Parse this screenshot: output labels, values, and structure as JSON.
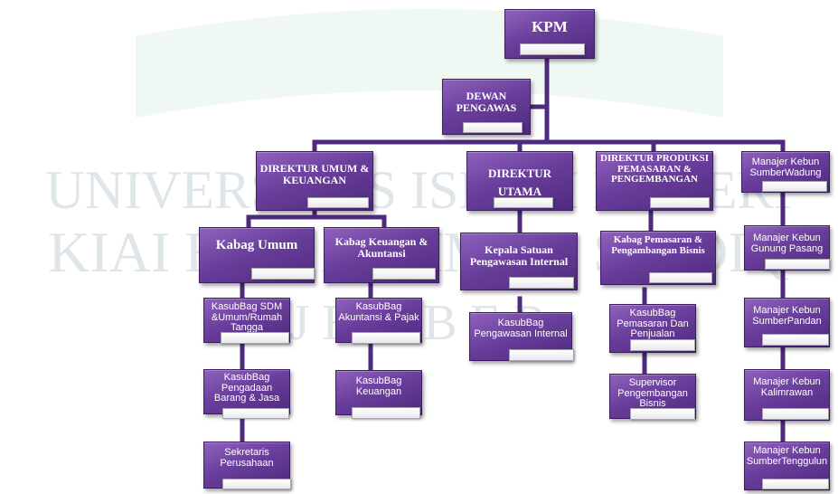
{
  "watermark": {
    "line1": "UNIVERSITAS ISLAM NEGERI",
    "line2": "KIAI HAJI ACHMAD SIDDIQ",
    "line3": "J E M B E R"
  },
  "nodes": {
    "kpm": "KPM",
    "dewan_pengawas": "DEWAN PENGAWAS",
    "direktur_umum": "DIREKTUR UMUM & KEUANGAN",
    "direktur_utama": "DIREKTUR UTAMA",
    "direktur_produksi": "DIREKTUR PRODUKSI PEMASARAN & PENGEMBANGAN",
    "manajer_sumberwadung": "Manajer Kebun SumberWadung",
    "kabag_umum": "Kabag Umum",
    "kabag_keuangan": "Kabag Keuangan & Akuntansi",
    "kepala_spi": "Kepala Satuan Pengawasan Internal",
    "kabag_pemasaran": "Kabag Pemasaran & Pengambangan Bisnis",
    "manajer_gunungpasang": "Manajer Kebun Gunung Pasang",
    "kasubbag_sdm": "KasubBag SDM &Umum/Rumah Tangga",
    "kasubbag_akuntansi": "KasubBag Akuntansi & Pajak",
    "kasubbag_pengawasan": "KasubBag Pengawasan Internal",
    "kasubbag_pemasaran": "KasubBag Pemasaran Dan Penjualan",
    "manajer_sumberpandan": "Manajer Kebun SumberPandan",
    "kasubbag_pengadaan": "KasubBag Pengadaan Barang & Jasa",
    "kasubbag_keuangan": "KasubBag Keuangan",
    "supervisor_pengembangan": "Supervisor Pengembangan Bisnis",
    "manajer_kalimrawan": "Manajer Kebun Kalimrawan",
    "sekretaris": "Sekretaris Perusahaan",
    "manajer_sumbertenggulun": "Manajer Kebun SumberTenggulun"
  }
}
